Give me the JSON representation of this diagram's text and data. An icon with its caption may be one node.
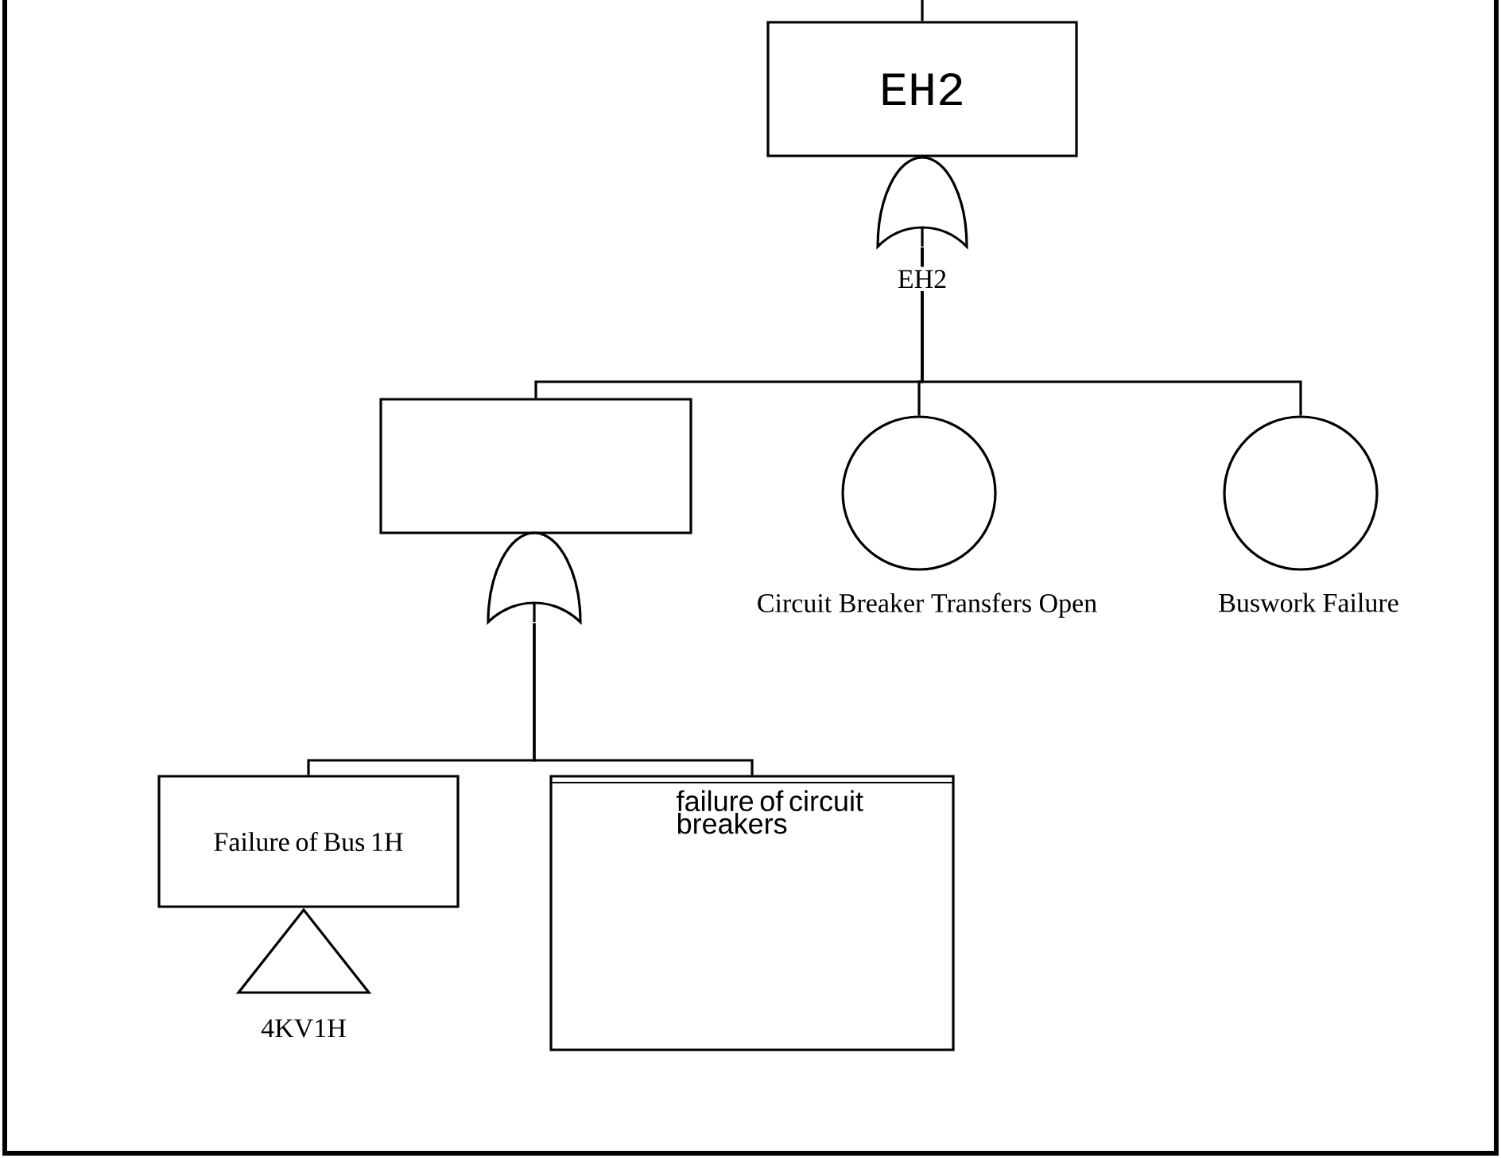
{
  "diagram": {
    "nodes": [
      {
        "text": [
          "EH2"
        ]
      },
      {
        "text": [],
        "shape": "gate",
        "beside": [
          "EH2"
        ]
      },
      {
        "text": [],
        "shape": "box"
      },
      {
        "text": [
          "Circuit Breaker Transfers Open"
        ]
      },
      {
        "text": [
          "Buswork Failure"
        ]
      },
      {
        "text": [],
        "shape": "gate"
      },
      {
        "text": [
          "Failure of Bus 1H"
        ]
      },
      {
        "text": [
          "failure of circuit breakers"
        ]
      },
      {
        "text": [
          "4KV1H"
        ]
      }
    ],
    "edges": [
      {
        "from": null,
        "to": 0,
        "arrow": "none"
      },
      {
        "from": 1,
        "to": 2,
        "arrow": "none"
      },
      {
        "from": 1,
        "to": 3,
        "arrow": "none"
      },
      {
        "from": 1,
        "to": 4,
        "arrow": "none"
      },
      {
        "from": 5,
        "to": 6,
        "arrow": "none"
      },
      {
        "from": 5,
        "to": 7,
        "arrow": "none"
      }
    ]
  }
}
